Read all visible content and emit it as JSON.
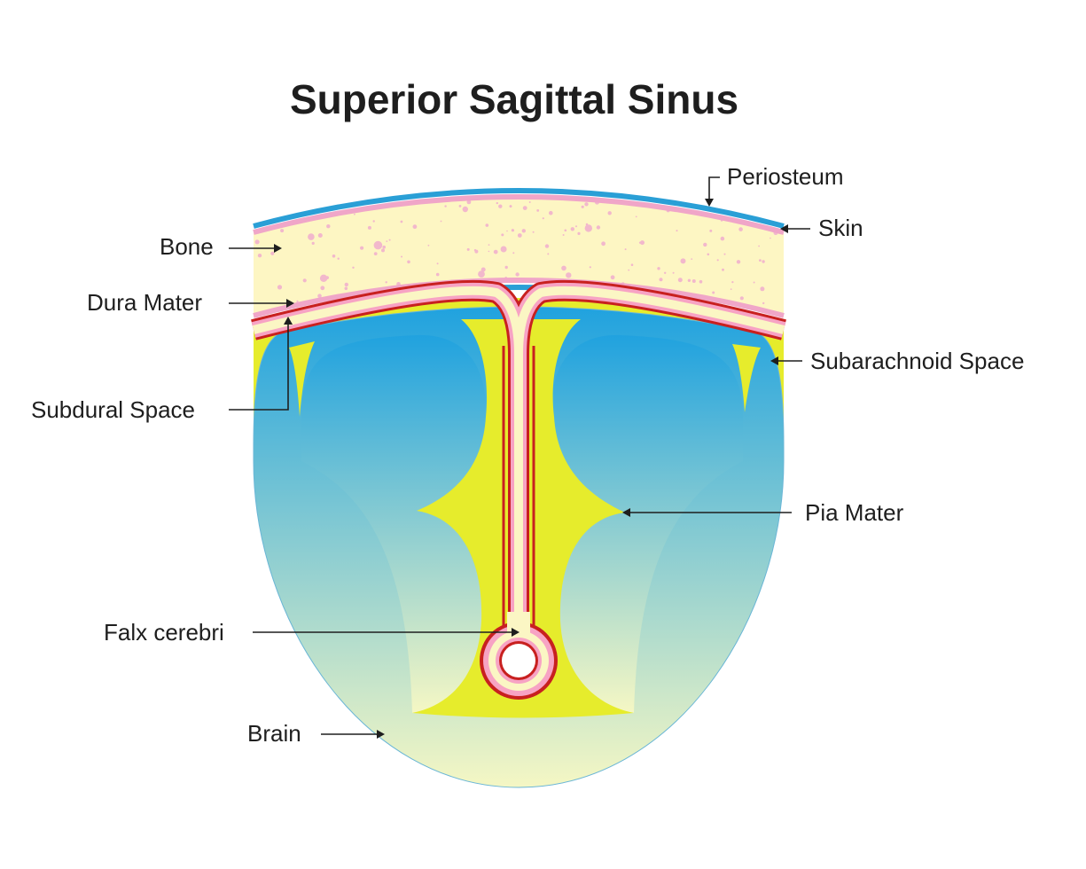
{
  "title": "Superior Sagittal Sinus",
  "labels": {
    "periosteum": "Periosteum",
    "skin": "Skin",
    "bone": "Bone",
    "dura_mater": "Dura Mater",
    "subarachnoid_space": "Subarachnoid Space",
    "subdural_space": "Subdural Space",
    "pia_mater": "Pia Mater",
    "falx_cerebri": "Falx cerebri",
    "brain": "Brain"
  },
  "colors": {
    "skin": "#2a9fd6",
    "periosteum": "#f0a6c8",
    "bone": "#fdf6c3",
    "bone_speckle": "#f2b8cc",
    "dura_outline": "#c8201f",
    "dura_fill": "#f7a3c4",
    "falx_core": "#fbf6c4",
    "subarachnoid": "#e6ec2c",
    "brain_top": "#20a2df",
    "brain_bottom": "#f5f7c4"
  }
}
